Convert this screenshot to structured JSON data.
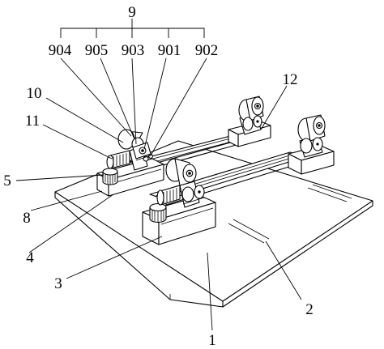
{
  "diagram": {
    "labels": {
      "group": "9",
      "sub_904": "904",
      "sub_905": "905",
      "sub_903": "903",
      "sub_901": "901",
      "sub_902": "902",
      "l10": "10",
      "l11": "11",
      "l12": "12",
      "l5": "5",
      "l8": "8",
      "l4": "4",
      "l3": "3",
      "l2": "2",
      "l1": "1"
    }
  }
}
